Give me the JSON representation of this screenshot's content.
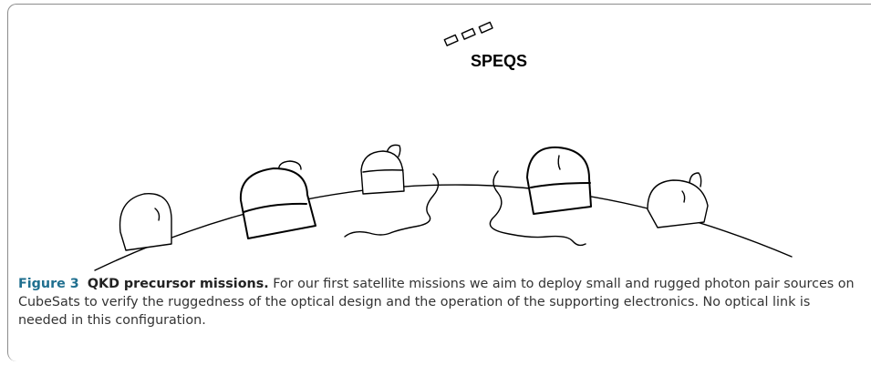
{
  "figure": {
    "satellite_label": "SPEQS",
    "caption_number": "Figure 3",
    "caption_title": "QKD precursor missions.",
    "caption_text": "For our first satellite missions we aim to deploy small and rugged photon pair sources on CubeSats to verify the ruggedness of the optical design and the operation of the supporting electronics. No optical link is needed in this configuration."
  }
}
